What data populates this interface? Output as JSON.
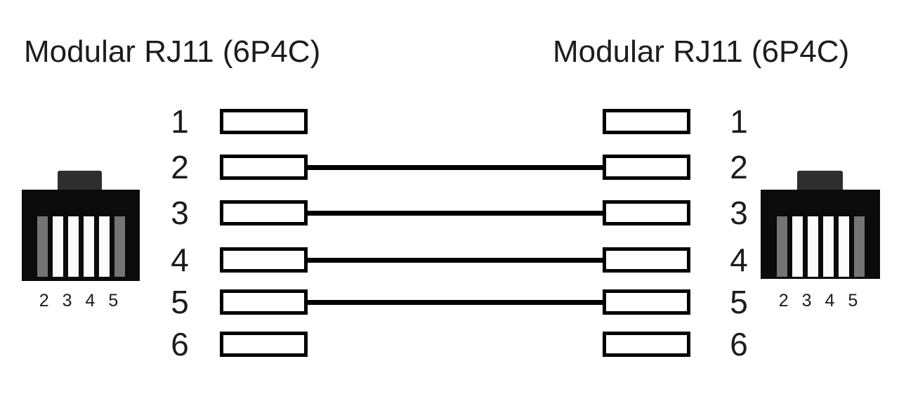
{
  "left": {
    "title": "Modular RJ11 (6P4C)",
    "connector_label": "2 3 4 5"
  },
  "right": {
    "title": "Modular RJ11 (6P4C)",
    "connector_label": "2 3 4 5"
  },
  "pins": [
    "1",
    "2",
    "3",
    "4",
    "5",
    "6"
  ],
  "connected_pins": [
    "2",
    "3",
    "4",
    "5"
  ],
  "stripe_pattern": [
    "gray",
    "white",
    "white",
    "white",
    "white",
    "gray"
  ],
  "colors": {
    "text": "#1c1c1c",
    "line": "#000000",
    "connector_body": "#0b0b0b",
    "connector_tab": "#2e2e2e",
    "stripe_gray": "#747474",
    "stripe_white": "#fbfbfb",
    "background": "#ffffff"
  }
}
